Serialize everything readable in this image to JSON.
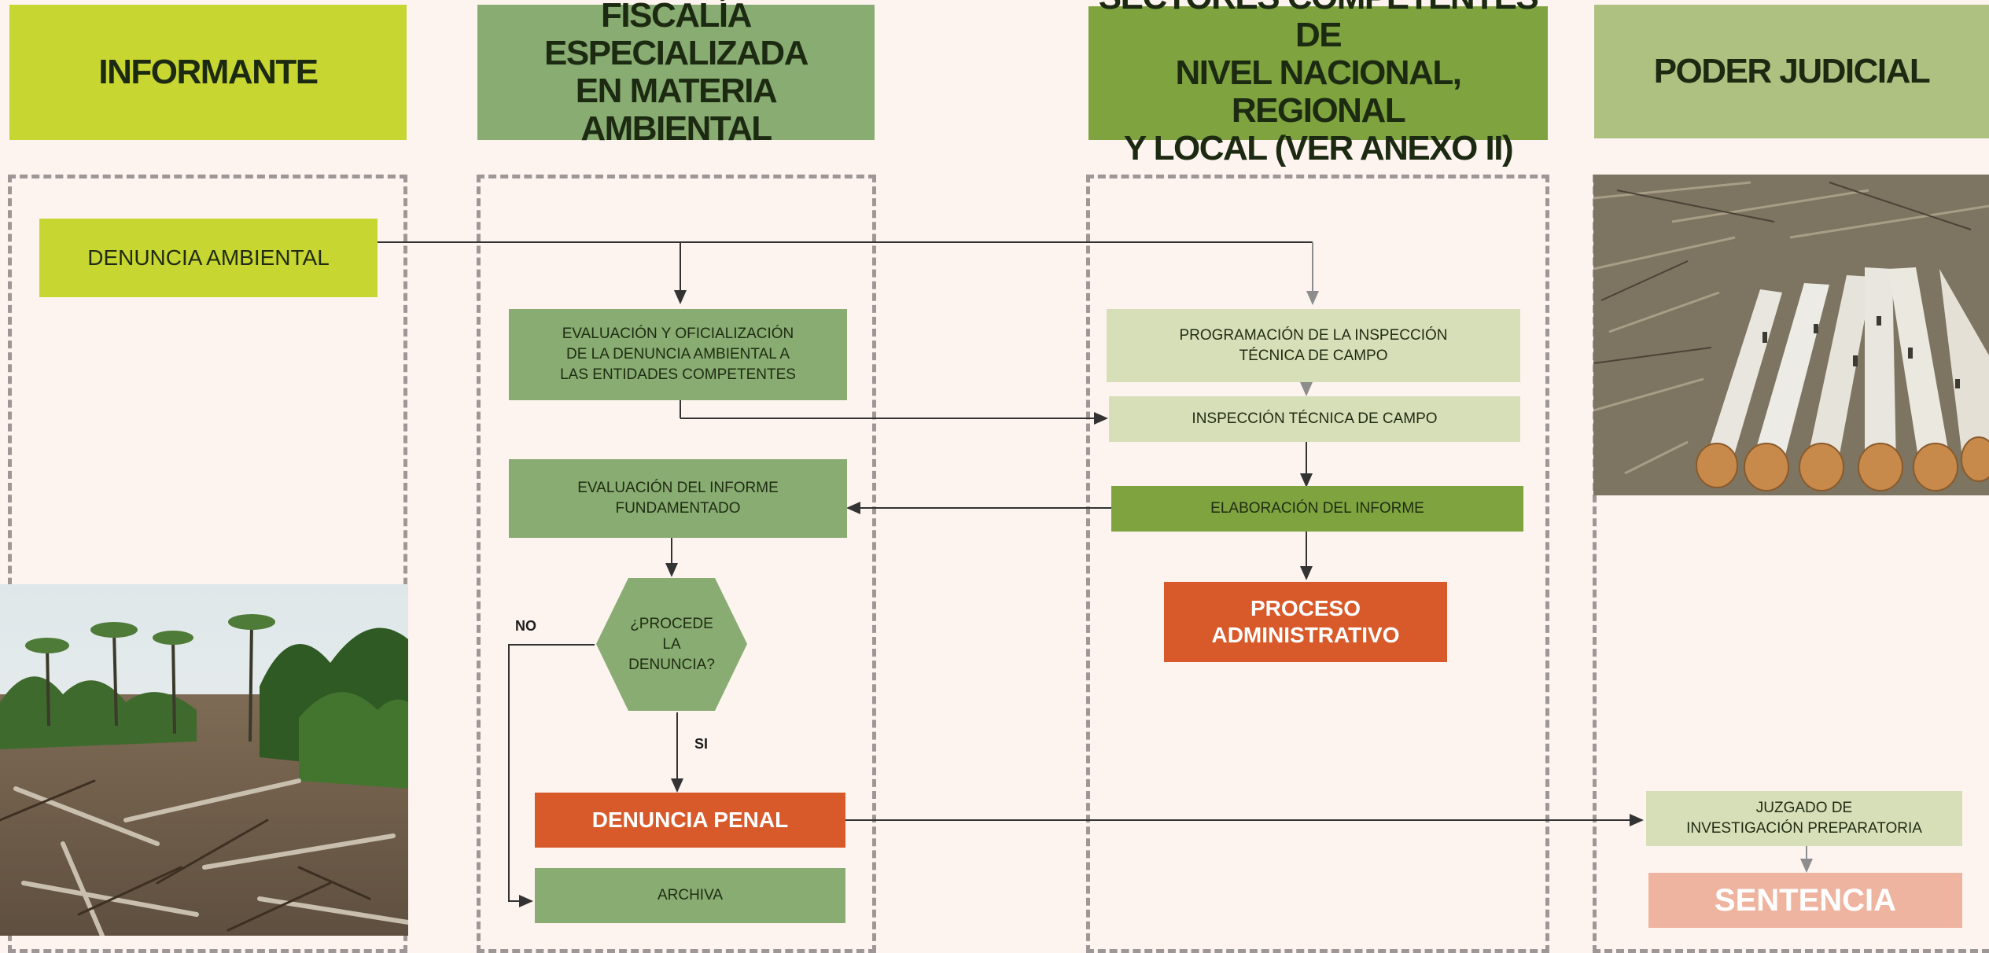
{
  "colors": {
    "background": "#fdf3ef",
    "lime": "#c8d631",
    "sage": "#88ac72",
    "olive": "#7ea33f",
    "light_olive": "#aec181",
    "pale_green": "#d7dfb9",
    "orange": "#d85a2b",
    "salmon": "#eeb4a0",
    "lane_border": "#9e9797"
  },
  "headers": {
    "informante": "INFORMANTE",
    "fiscalia": "FISCALÍA ESPECIALIZADA\nEN MATERIA AMBIENTAL",
    "sectores": "SECTORES COMPETENTES DE\nNIVEL NACIONAL, REGIONAL\nY LOCAL (VER ANEXO II)",
    "poder_judicial": "PODER JUDICIAL"
  },
  "nodes": {
    "denuncia_ambiental": "DENUNCIA AMBIENTAL",
    "evaluacion_oficializacion": "EVALUACIÓN Y OFICIALIZACIÓN\nDE LA DENUNCIA AMBIENTAL A\nLAS ENTIDADES COMPETENTES",
    "evaluacion_informe": "EVALUACIÓN DEL INFORME\nFUNDAMENTADO",
    "procede_denuncia": "¿PROCEDE\nLA\nDENUNCIA?",
    "denuncia_penal": "DENUNCIA PENAL",
    "archiva": "ARCHIVA",
    "programacion_inspeccion": "PROGRAMACIÓN DE LA INSPECCIÓN\nTÉCNICA DE CAMPO",
    "inspeccion_tecnica": "INSPECCIÓN TÉCNICA DE CAMPO",
    "elaboracion_informe": "ELABORACIÓN DEL INFORME",
    "proceso_administrativo": "PROCESO\nADMINISTRATIVO",
    "juzgado": "JUZGADO DE\nINVESTIGACIÓN PREPARATORIA",
    "sentencia": "SENTENCIA"
  },
  "labels": {
    "no": "NO",
    "si": "SI"
  }
}
